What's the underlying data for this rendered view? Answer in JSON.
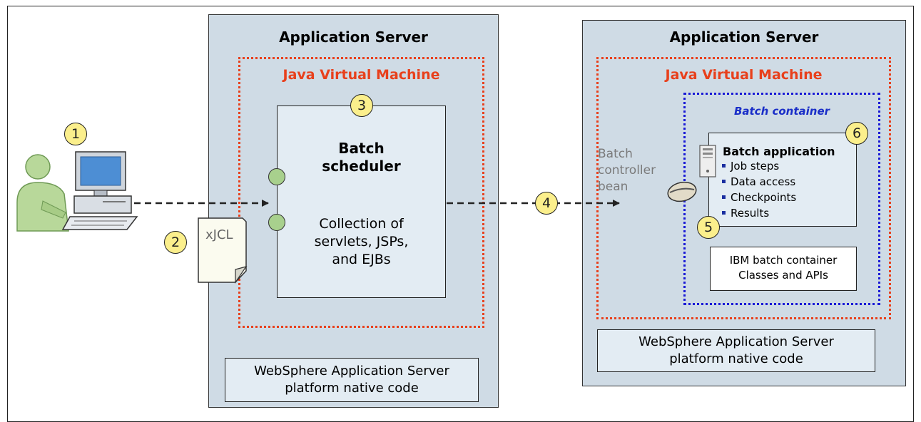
{
  "left_server": {
    "title": "Application Server",
    "jvm_title": "Java Virtual Machine",
    "scheduler_title_line1": "Batch",
    "scheduler_title_line2": "scheduler",
    "scheduler_desc_line1": "Collection of",
    "scheduler_desc_line2": "servlets, JSPs,",
    "scheduler_desc_line3": "and EJBs",
    "native_line1": "WebSphere Application Server",
    "native_line2": "platform native code"
  },
  "right_server": {
    "title": "Application Server",
    "jvm_title": "Java Virtual Machine",
    "batch_container_title": "Batch container",
    "controller_line1": "Batch",
    "controller_line2": "controller",
    "controller_line3": "bean",
    "app_title": "Batch application",
    "app_items": [
      "Job steps",
      "Data access",
      "Checkpoints",
      "Results"
    ],
    "ibm_line1": "IBM batch container",
    "ibm_line2": "Classes and APIs",
    "native_line1": "WebSphere Application Server",
    "native_line2": "platform native code"
  },
  "document_label": "xJCL",
  "steps": [
    "1",
    "2",
    "3",
    "4",
    "5",
    "6"
  ],
  "colors": {
    "server_fill": "#cfdbe5",
    "panel_fill": "#e3ecf3",
    "jvm_border": "#e8401c",
    "batch_container_border": "#1a1ad6",
    "step_badge": "#fbef8c",
    "connector_knob": "#a8d08d",
    "user_figure": "#b8d89a"
  },
  "icons": [
    "user-icon",
    "computer-icon",
    "document-icon",
    "server-tower-icon",
    "bean-icon"
  ]
}
